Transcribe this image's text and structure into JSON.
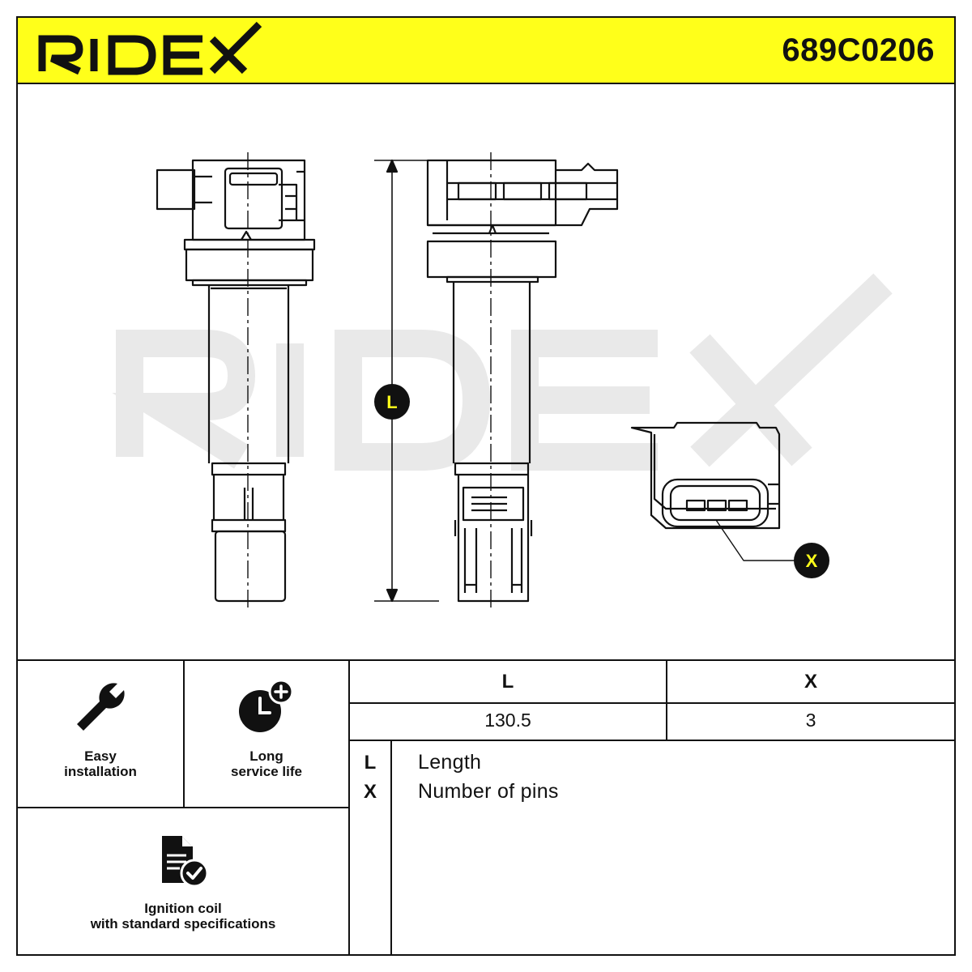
{
  "header": {
    "brand": "RIDEX",
    "part_number": "689C0206"
  },
  "drawing": {
    "watermark": "RIDEX",
    "dimension_label": "L",
    "connector_label": "X"
  },
  "features": [
    {
      "icon": "wrench-icon",
      "line1": "Easy",
      "line2": "installation"
    },
    {
      "icon": "clock-plus-icon",
      "line1": "Long",
      "line2": "service life"
    },
    {
      "icon": "document-check-icon",
      "line1": "Ignition coil",
      "line2": "with standard specifications"
    }
  ],
  "spec_table": {
    "headers": [
      "L",
      "X"
    ],
    "values": [
      "130.5",
      "3"
    ]
  },
  "legend": [
    {
      "key": "L",
      "label": "Length"
    },
    {
      "key": "X",
      "label": "Number of pins"
    }
  ],
  "colors": {
    "header_bg": "#ffff1a",
    "marker_bg": "#111111",
    "marker_text": "#ffff1a",
    "watermark": "#e9e9e9"
  }
}
